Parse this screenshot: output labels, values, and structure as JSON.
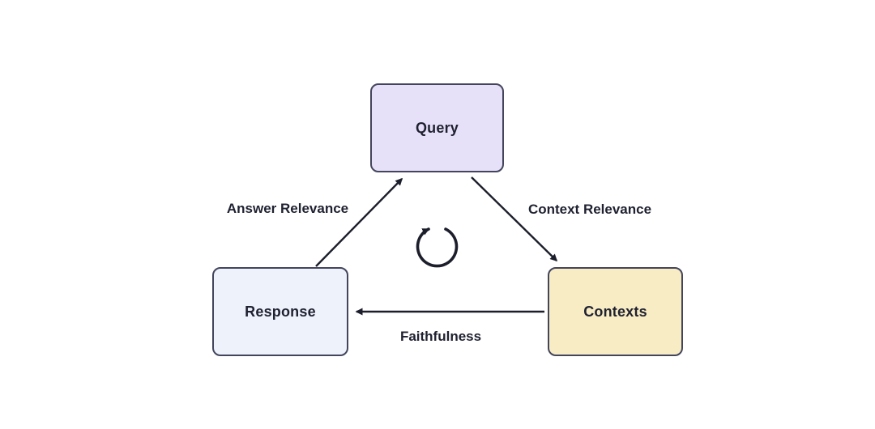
{
  "diagram": {
    "nodes": {
      "query": {
        "label": "Query",
        "fill": "#e7e0f9",
        "border": "#43455c"
      },
      "response": {
        "label": "Response",
        "fill": "#eef2fb",
        "border": "#43455c"
      },
      "contexts": {
        "label": "Contexts",
        "fill": "#f8ecc5",
        "border": "#43455c"
      }
    },
    "edges": {
      "answer_relevance": {
        "label": "Answer Relevance",
        "from": "Response",
        "to": "Query"
      },
      "context_relevance": {
        "label": "Context Relevance",
        "from": "Query",
        "to": "Contexts"
      },
      "faithfulness": {
        "label": "Faithfulness",
        "from": "Contexts",
        "to": "Response"
      }
    },
    "icons": {
      "center": "cycle-arrow-icon"
    },
    "colors": {
      "arrow": "#1c1e2b",
      "text": "#1f2130",
      "background": "#ffffff"
    }
  }
}
